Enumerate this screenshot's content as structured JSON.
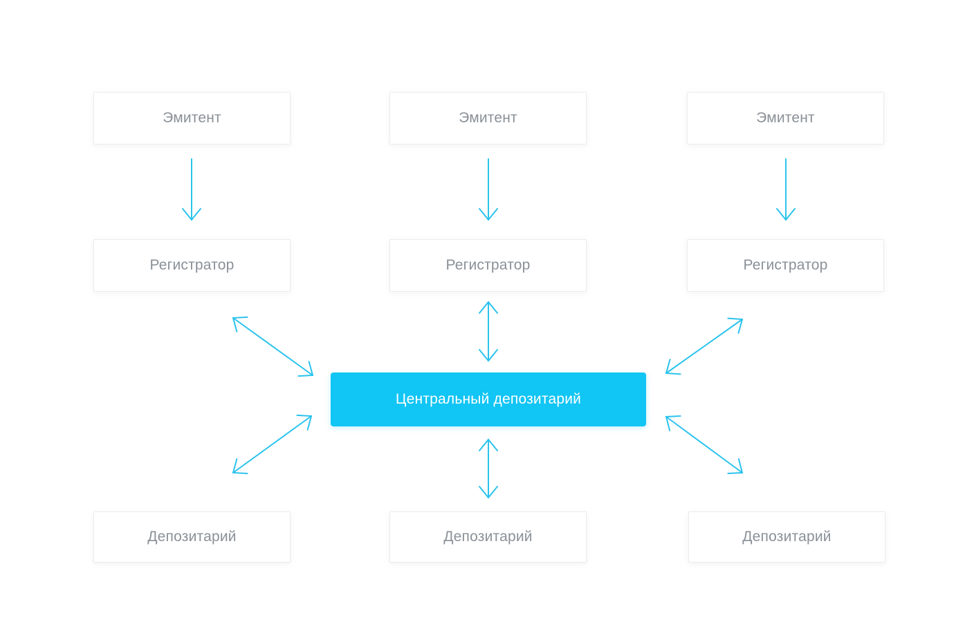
{
  "colors": {
    "background": "#ffffff",
    "accent": "#11c5f4",
    "arrow": "#2bc3ed",
    "box_border": "#ececec",
    "box_text": "#8a9097",
    "central_text": "#ffffff"
  },
  "nodes": {
    "issuers": [
      {
        "id": "issuer-1",
        "label": "Эмитент"
      },
      {
        "id": "issuer-2",
        "label": "Эмитент"
      },
      {
        "id": "issuer-3",
        "label": "Эмитент"
      }
    ],
    "registrars": [
      {
        "id": "registrar-1",
        "label": "Регистратор"
      },
      {
        "id": "registrar-2",
        "label": "Регистратор"
      },
      {
        "id": "registrar-3",
        "label": "Регистратор"
      }
    ],
    "central": {
      "id": "central-depository",
      "label": "Центральный депозитарий"
    },
    "depositories": [
      {
        "id": "depository-1",
        "label": "Депозитарий"
      },
      {
        "id": "depository-2",
        "label": "Депозитарий"
      },
      {
        "id": "depository-3",
        "label": "Депозитарий"
      }
    ]
  },
  "connections": [
    {
      "id": "issuer-1-registrar-1",
      "from": "issuer-1",
      "to": "registrar-1",
      "two_way": false
    },
    {
      "id": "issuer-2-registrar-2",
      "from": "issuer-2",
      "to": "registrar-2",
      "two_way": false
    },
    {
      "id": "issuer-3-registrar-3",
      "from": "issuer-3",
      "to": "registrar-3",
      "two_way": false
    },
    {
      "id": "registrar-1-central",
      "from": "registrar-1",
      "to": "central-depository",
      "two_way": true
    },
    {
      "id": "registrar-2-central",
      "from": "registrar-2",
      "to": "central-depository",
      "two_way": true
    },
    {
      "id": "registrar-3-central",
      "from": "registrar-3",
      "to": "central-depository",
      "two_way": true
    },
    {
      "id": "central-depository-1",
      "from": "central-depository",
      "to": "depository-1",
      "two_way": true
    },
    {
      "id": "central-depository-2",
      "from": "central-depository",
      "to": "depository-2",
      "two_way": true
    },
    {
      "id": "central-depository-3",
      "from": "central-depository",
      "to": "depository-3",
      "two_way": true
    }
  ]
}
